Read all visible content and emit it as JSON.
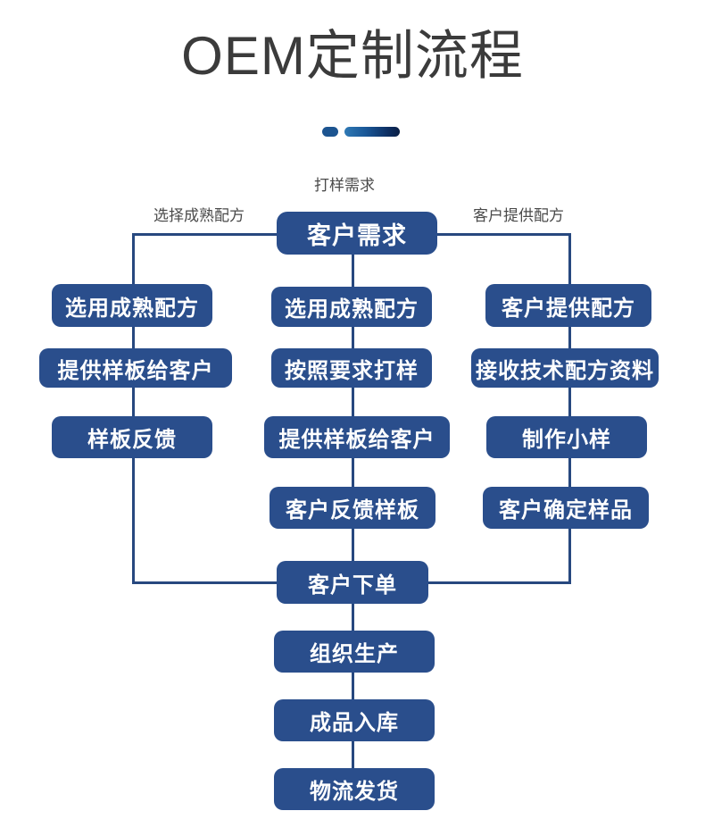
{
  "page": {
    "title": "OEM定制流程",
    "background_color": "#ffffff",
    "accent_color": "#2a4e8c",
    "line_color": "#27487f",
    "title_color": "#3b3b3b",
    "caption_color": "#4a4a4a",
    "node_text_color": "#ffffff"
  },
  "decoration": {
    "dot_color": "#1c5490",
    "bar_gradient_from": "#2f79b5",
    "bar_gradient_to": "#0a1f45"
  },
  "captions": {
    "top_center": "打样需求",
    "left": "选择成熟配方",
    "right": "客户提供配方"
  },
  "flow": {
    "head": "客户需求",
    "branches": {
      "left": [
        "选用成熟配方",
        "提供样板给客户",
        "样板反馈"
      ],
      "center": [
        "选用成熟配方",
        "按照要求打样",
        "提供样板给客户",
        "客户反馈样板"
      ],
      "right": [
        "客户提供配方",
        "接收技术配方资料",
        "制作小样",
        "客户确定样品"
      ]
    },
    "trunk": [
      "客户下单",
      "组织生产",
      "成品入库",
      "物流发货"
    ]
  }
}
